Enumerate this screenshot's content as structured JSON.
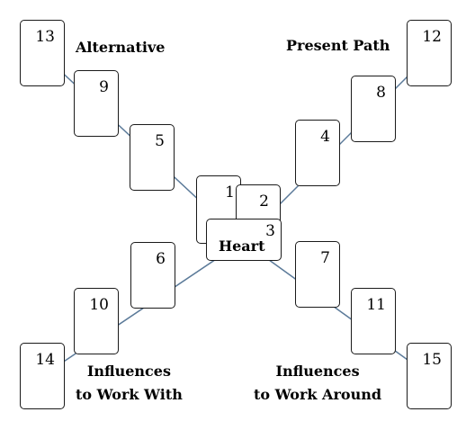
{
  "cards": [
    {
      "id": "13",
      "num": "13"
    },
    {
      "id": "12",
      "num": "12"
    },
    {
      "id": "9",
      "num": "9"
    },
    {
      "id": "8",
      "num": "8"
    },
    {
      "id": "5",
      "num": "5"
    },
    {
      "id": "4",
      "num": "4"
    },
    {
      "id": "1",
      "num": "1"
    },
    {
      "id": "2",
      "num": "2"
    },
    {
      "id": "6",
      "num": "6"
    },
    {
      "id": "7",
      "num": "7"
    },
    {
      "id": "10",
      "num": "10"
    },
    {
      "id": "11",
      "num": "11"
    },
    {
      "id": "14",
      "num": "14"
    },
    {
      "id": "15",
      "num": "15"
    },
    {
      "id": "3",
      "num": "3",
      "caption": "Heart"
    }
  ],
  "labels": {
    "alternative": "Alternative",
    "present_path": "Present Path",
    "influences_with_1": "Influences",
    "influences_with_2": "to Work With",
    "influences_around_1": "Influences",
    "influences_around_2": "to Work Around"
  },
  "colors": {
    "line": "#5b7a99",
    "card_border": "#1a1a1a"
  }
}
